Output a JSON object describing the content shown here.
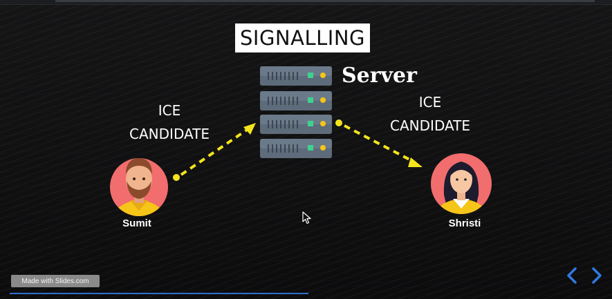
{
  "slide": {
    "title": "SIGNALLING",
    "server_label": "Server",
    "ice_left": [
      "ICE",
      "CANDIDATE"
    ],
    "ice_right": [
      "ICE",
      "CANDIDATE"
    ],
    "people": {
      "left_name": "Sumit",
      "right_name": "Shristi"
    }
  },
  "footer": {
    "made_with": "Made with Slides.com",
    "progress_fraction": 0.5
  },
  "icons": {
    "server": "server-rack-icon",
    "left_person": "man-avatar-icon",
    "right_person": "woman-avatar-icon",
    "prev": "chevron-left-icon",
    "next": "chevron-right-icon",
    "cursor": "mouse-pointer-icon"
  },
  "colors": {
    "arrow": "#f4e41c",
    "avatar_bg": "#f26d6d",
    "nav": "#2f7ae0",
    "server_body": "#5d6b7a",
    "led_green": "#3fd28f",
    "led_yellow": "#f5c518"
  }
}
